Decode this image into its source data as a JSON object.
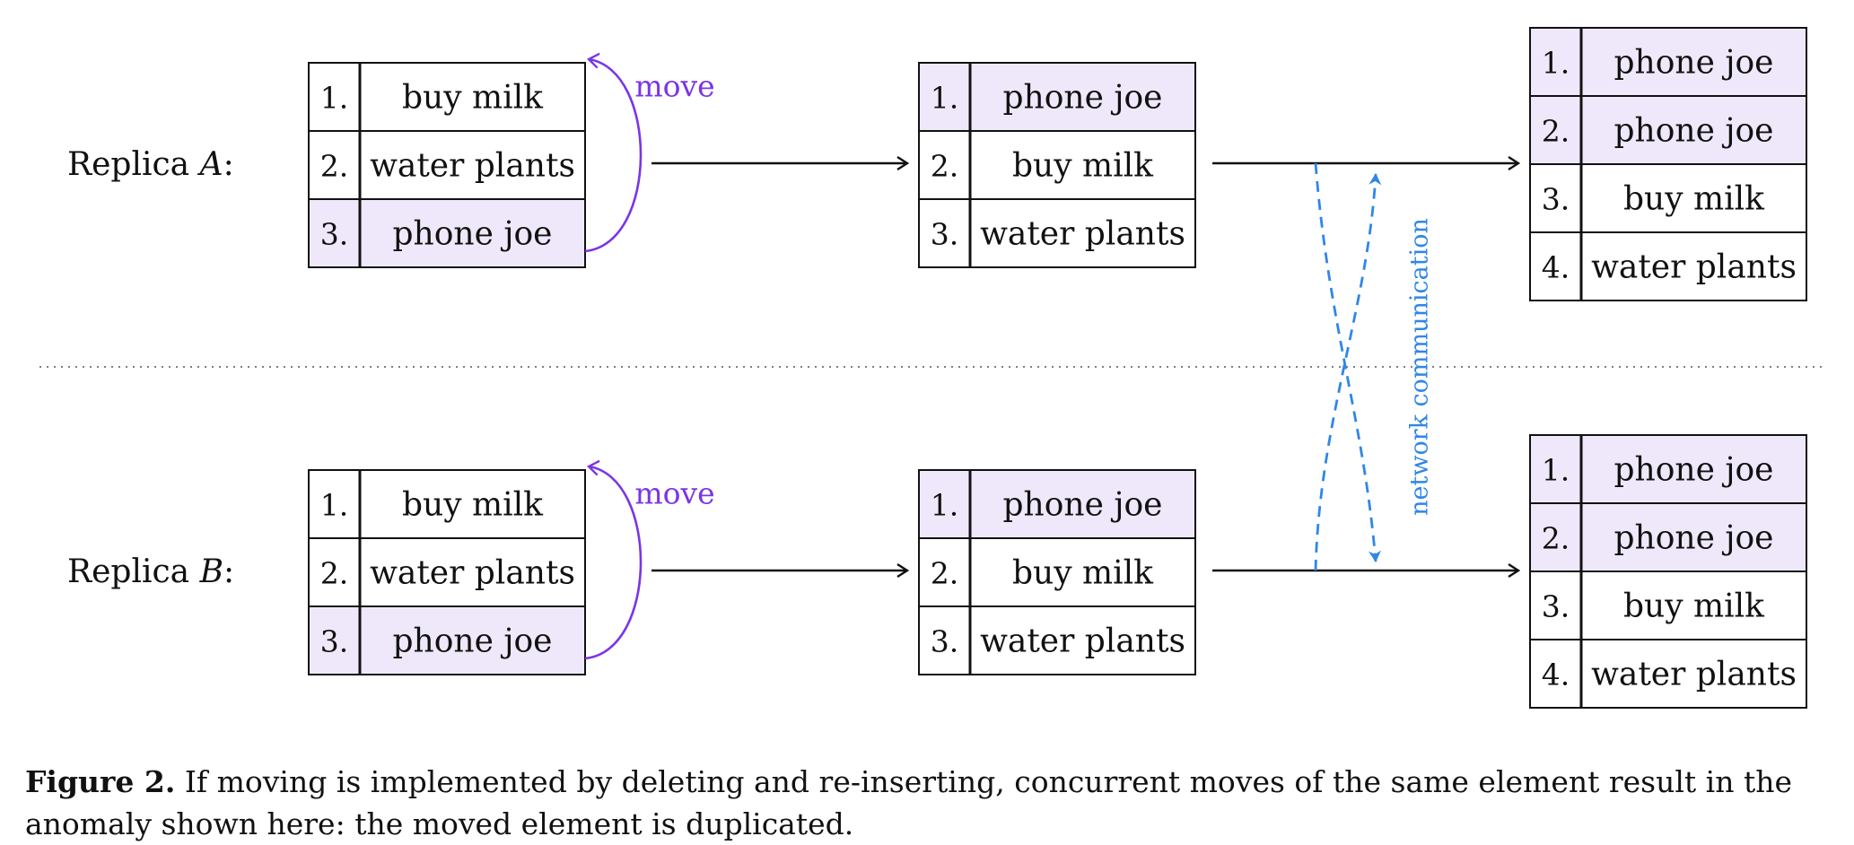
{
  "replicas": [
    {
      "label_prefix": "Replica ",
      "label_var": "A",
      "label_suffix": ":",
      "move_label": "move",
      "lists": [
        {
          "items": [
            {
              "num": "1.",
              "text": "buy milk",
              "highlighted": false
            },
            {
              "num": "2.",
              "text": "water plants",
              "highlighted": false
            },
            {
              "num": "3.",
              "text": "phone joe",
              "highlighted": true
            }
          ]
        },
        {
          "items": [
            {
              "num": "1.",
              "text": "phone joe",
              "highlighted": true
            },
            {
              "num": "2.",
              "text": "buy milk",
              "highlighted": false
            },
            {
              "num": "3.",
              "text": "water plants",
              "highlighted": false
            }
          ]
        },
        {
          "items": [
            {
              "num": "1.",
              "text": "phone joe",
              "highlighted": true
            },
            {
              "num": "2.",
              "text": "phone joe",
              "highlighted": true
            },
            {
              "num": "3.",
              "text": "buy milk",
              "highlighted": false
            },
            {
              "num": "4.",
              "text": "water plants",
              "highlighted": false
            }
          ]
        }
      ]
    },
    {
      "label_prefix": "Replica ",
      "label_var": "B",
      "label_suffix": ":",
      "move_label": "move",
      "lists": [
        {
          "items": [
            {
              "num": "1.",
              "text": "buy milk",
              "highlighted": false
            },
            {
              "num": "2.",
              "text": "water plants",
              "highlighted": false
            },
            {
              "num": "3.",
              "text": "phone joe",
              "highlighted": true
            }
          ]
        },
        {
          "items": [
            {
              "num": "1.",
              "text": "phone joe",
              "highlighted": true
            },
            {
              "num": "2.",
              "text": "buy milk",
              "highlighted": false
            },
            {
              "num": "3.",
              "text": "water plants",
              "highlighted": false
            }
          ]
        },
        {
          "items": [
            {
              "num": "1.",
              "text": "phone joe",
              "highlighted": true
            },
            {
              "num": "2.",
              "text": "phone joe",
              "highlighted": true
            },
            {
              "num": "3.",
              "text": "buy milk",
              "highlighted": false
            },
            {
              "num": "4.",
              "text": "water plants",
              "highlighted": false
            }
          ]
        }
      ]
    }
  ],
  "network_label": "network communication",
  "colors": {
    "highlight_fill": "#efe8fa",
    "move_color": "#7b35e6",
    "network_color": "#2f86e8",
    "line_color": "#111111"
  },
  "caption": {
    "lead": "Figure 2.",
    "text": " If moving is implemented by deleting and re-inserting, concurrent moves of the same element result in the anomaly shown here: the moved element is duplicated."
  }
}
